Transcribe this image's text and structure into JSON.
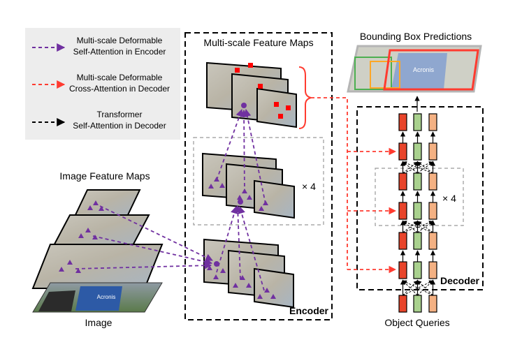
{
  "legend": {
    "items": [
      {
        "line1": "Multi-scale Deformable",
        "line2": "Self-Attention in Encoder",
        "color": "#7030A0"
      },
      {
        "line1": "Multi-scale Deformable",
        "line2": "Cross-Attention in Decoder",
        "color": "#FF3B30"
      },
      {
        "line1": "Transformer",
        "line2": "Self-Attention in Decoder",
        "color": "#000000"
      }
    ]
  },
  "encoder": {
    "top_label": "Multi-scale Feature Maps",
    "repeat_label": "× 4",
    "box_label": "Encoder"
  },
  "image_section": {
    "feature_maps_label": "Image Feature Maps",
    "image_label": "Image",
    "jersey_text": "Acronis"
  },
  "predictions": {
    "label": "Bounding Box Predictions",
    "jersey_text": "Acronis"
  },
  "decoder": {
    "repeat_label": "× 4",
    "box_label": "Decoder",
    "queries_label": "Object Queries"
  },
  "colors": {
    "encoder_attention": "#7030A0",
    "cross_attention": "#FF3B30",
    "query_red": "#E8442A",
    "query_green": "#A9D18E",
    "query_orange": "#F4B183",
    "sampling_point": "#FF0000"
  }
}
